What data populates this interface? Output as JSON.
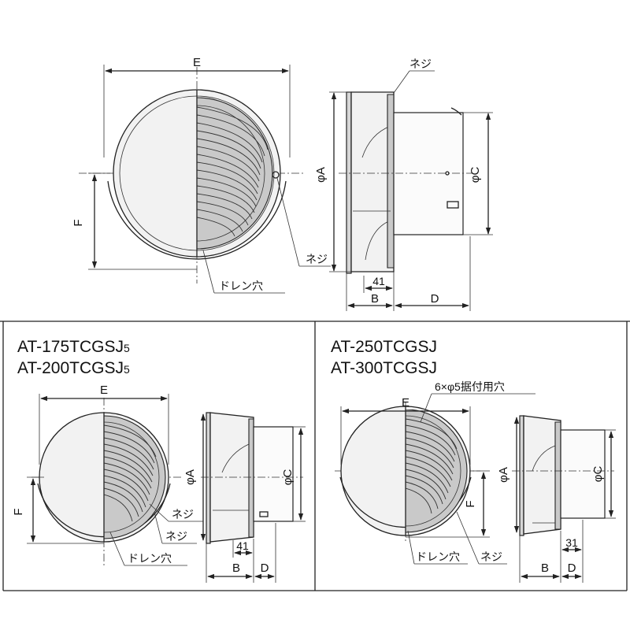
{
  "top_figure": {
    "dim_E": "E",
    "dim_F": "F",
    "dim_A": "φA",
    "dim_C": "φC",
    "dim_B": "B",
    "dim_D": "D",
    "dim_41": "41",
    "callout_screw_top": "ネジ",
    "callout_screw_front": "ネジ",
    "callout_drain": "ドレン穴"
  },
  "left_panel": {
    "model_line1": "AT-175TCGSJ",
    "model_line1_sub": "5",
    "model_line2": "AT-200TCGSJ",
    "model_line2_sub": "5",
    "dim_E": "E",
    "dim_F": "F",
    "dim_A": "φA",
    "dim_C": "φC",
    "dim_B": "B",
    "dim_D": "D",
    "dim_41": "41",
    "callout_screw_1": "ネジ",
    "callout_screw_2": "ネジ",
    "callout_drain": "ドレン穴"
  },
  "right_panel": {
    "model_line1": "AT-250TCGSJ",
    "model_line2": "AT-300TCGSJ",
    "dim_E": "E",
    "dim_F": "F",
    "dim_A": "φA",
    "dim_C": "φC",
    "dim_B": "B",
    "dim_D": "D",
    "dim_31": "31",
    "callout_mount_holes": "6×φ5据付用穴",
    "callout_drain": "ドレン穴",
    "callout_screw": "ネジ"
  },
  "colors": {
    "line": "#222222",
    "louver_fill": "#c9c9c9",
    "flange_fill": "#d6d6d6",
    "background": "#ffffff"
  }
}
